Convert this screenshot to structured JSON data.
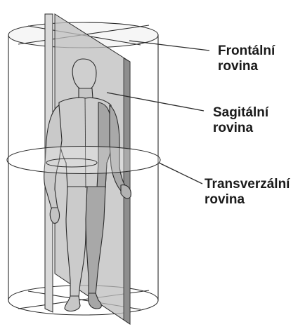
{
  "labels": {
    "frontal": {
      "line1": "Frontální",
      "line2": "rovina"
    },
    "sagittal": {
      "line1": "Sagitální",
      "line2": "rovina"
    },
    "transverse": {
      "line1": "Transverzální",
      "line2": "rovina"
    }
  },
  "colors": {
    "outline": "#2b2b2b",
    "figure_fill": "#c9c9c9",
    "figure_shadow": "#9a9a9a",
    "plane_fill": "#b7b7b7",
    "plane_light": "#e4e4e4"
  }
}
